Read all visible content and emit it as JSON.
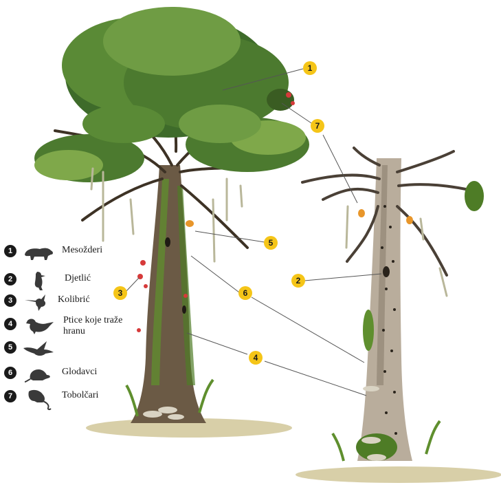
{
  "legend": [
    {
      "number": "1",
      "label": "Mesožderi",
      "icon": "carnivore-icon"
    },
    {
      "number": "2",
      "label": "Djetlić",
      "icon": "woodpecker-icon"
    },
    {
      "number": "3",
      "label": "Kolibrić",
      "icon": "hummingbird-icon"
    },
    {
      "number": "4",
      "label": "Ptice koje traže hranu",
      "icon": "foraging-bird-icon"
    },
    {
      "number": "5",
      "label": "",
      "icon": "flying-bird-icon"
    },
    {
      "number": "6",
      "label": "Glodavci",
      "icon": "rodent-icon"
    },
    {
      "number": "7",
      "label": "Tobolčari",
      "icon": "marsupial-icon"
    }
  ],
  "markers": [
    "1",
    "7",
    "5",
    "3",
    "6",
    "2",
    "4"
  ],
  "colors": {
    "marker": "#f5c518",
    "legend_badge": "#1a1a1a",
    "foliage_dark": "#3e6b2a",
    "foliage_light": "#7fa84a",
    "bark": "#6b5a45",
    "dead_bark": "#b9ad9c",
    "moss": "#5f8f2e",
    "ground": "#d8cfa8",
    "fungus": "#d9d3c3",
    "orange_fungus": "#e8962a",
    "red_flower": "#d63a3a"
  }
}
